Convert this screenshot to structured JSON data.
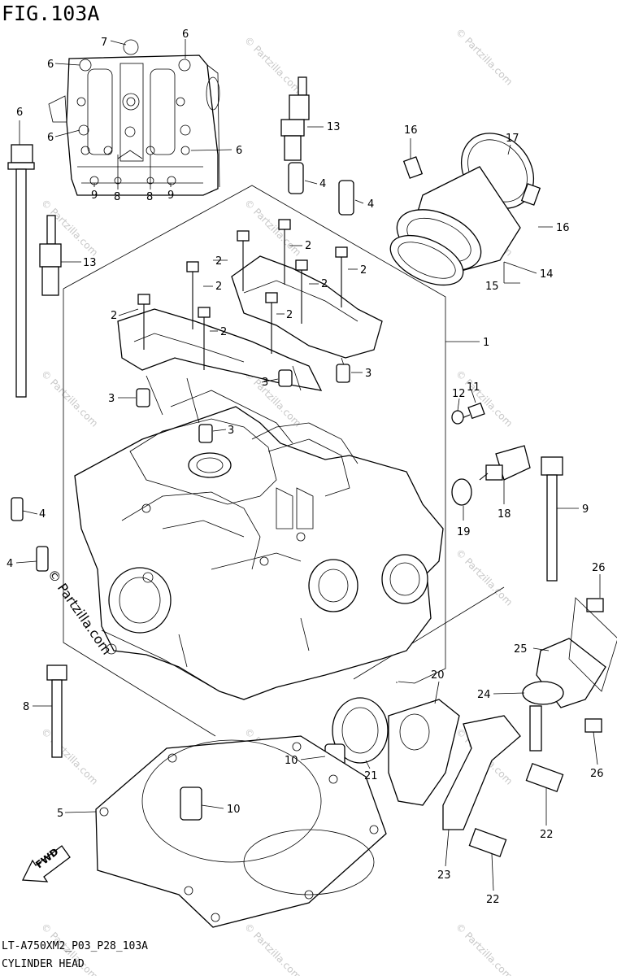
{
  "figure": {
    "title": "FIG.103A",
    "drawing_code": "LT-A750XM2_P03_P28_103A",
    "name": "CYLINDER HEAD",
    "forward_label": "FWD",
    "watermark": "© Partzilla.com"
  },
  "callouts": [
    {
      "id": "c7",
      "label": "7"
    },
    {
      "id": "c6a",
      "label": "6"
    },
    {
      "id": "c6b",
      "label": "6"
    },
    {
      "id": "c6c",
      "label": "6"
    },
    {
      "id": "c6d",
      "label": "6"
    },
    {
      "id": "c6e",
      "label": "6"
    },
    {
      "id": "c9a",
      "label": "9"
    },
    {
      "id": "c8a",
      "label": "8"
    },
    {
      "id": "c8b",
      "label": "8"
    },
    {
      "id": "c9b",
      "label": "9"
    },
    {
      "id": "c13a",
      "label": "13"
    },
    {
      "id": "c13b",
      "label": "13"
    },
    {
      "id": "c16a",
      "label": "16"
    },
    {
      "id": "c17",
      "label": "17"
    },
    {
      "id": "c16b",
      "label": "16"
    },
    {
      "id": "c4a",
      "label": "4"
    },
    {
      "id": "c4b",
      "label": "4"
    },
    {
      "id": "c14",
      "label": "14"
    },
    {
      "id": "c15",
      "label": "15"
    },
    {
      "id": "c2a",
      "label": "2"
    },
    {
      "id": "c2b",
      "label": "2"
    },
    {
      "id": "c2c",
      "label": "2"
    },
    {
      "id": "c2d",
      "label": "2"
    },
    {
      "id": "c2e",
      "label": "2"
    },
    {
      "id": "c2f",
      "label": "2"
    },
    {
      "id": "c2g",
      "label": "2"
    },
    {
      "id": "c2h",
      "label": "2"
    },
    {
      "id": "c1",
      "label": "1"
    },
    {
      "id": "c3a",
      "label": "3"
    },
    {
      "id": "c3b",
      "label": "3"
    },
    {
      "id": "c3c",
      "label": "3"
    },
    {
      "id": "c3d",
      "label": "3"
    },
    {
      "id": "c12",
      "label": "12"
    },
    {
      "id": "c11",
      "label": "11"
    },
    {
      "id": "c18",
      "label": "18"
    },
    {
      "id": "c19",
      "label": "19"
    },
    {
      "id": "c9c",
      "label": "9"
    },
    {
      "id": "c4c",
      "label": "4"
    },
    {
      "id": "c4d",
      "label": "4"
    },
    {
      "id": "c26a",
      "label": "26"
    },
    {
      "id": "c25",
      "label": "25"
    },
    {
      "id": "c24",
      "label": "24"
    },
    {
      "id": "c26b",
      "label": "26"
    },
    {
      "id": "c20",
      "label": "20"
    },
    {
      "id": "c8c",
      "label": "8"
    },
    {
      "id": "c10a",
      "label": "10"
    },
    {
      "id": "c21",
      "label": "21"
    },
    {
      "id": "c10b",
      "label": "10"
    },
    {
      "id": "c5",
      "label": "5"
    },
    {
      "id": "c22a",
      "label": "22"
    },
    {
      "id": "c23",
      "label": "23"
    },
    {
      "id": "c22b",
      "label": "22"
    }
  ]
}
